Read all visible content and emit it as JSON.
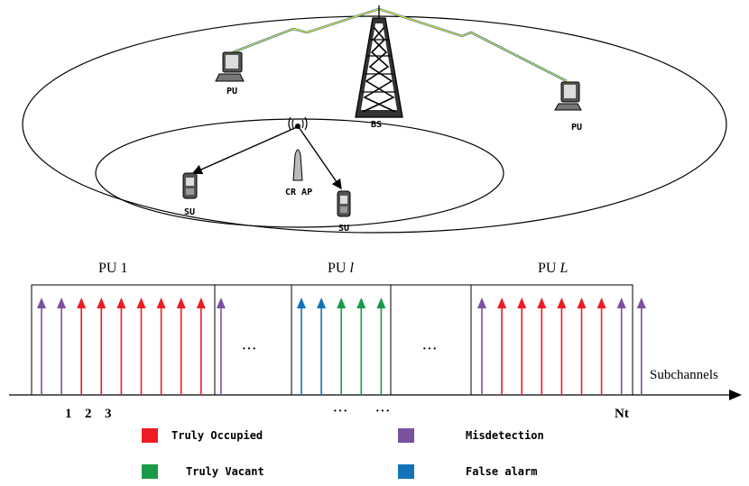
{
  "network": {
    "pu_left": "PU",
    "pu_right": "PU",
    "bs": "BS",
    "cr_ap": "CR AP",
    "su_left": "SU",
    "su_right": "SU"
  },
  "spectrum": {
    "groups": [
      {
        "label": "PU 1",
        "prefix": "PU 1",
        "italic": "",
        "channels": [
          "misdetection",
          "misdetection",
          "occupied",
          "occupied",
          "occupied",
          "occupied",
          "occupied",
          "occupied",
          "occupied",
          "misdetection"
        ]
      },
      {
        "label": "PU l",
        "prefix": "PU ",
        "italic": "l",
        "channels": [
          "false_alarm",
          "false_alarm",
          "vacant",
          "vacant",
          "vacant"
        ]
      },
      {
        "label": "PU L",
        "prefix": "PU ",
        "italic": "L",
        "channels": [
          "misdetection",
          "occupied",
          "occupied",
          "occupied",
          "occupied",
          "occupied",
          "occupied",
          "misdetection",
          "misdetection"
        ]
      }
    ],
    "gap_dots": [
      "···",
      "···"
    ],
    "axis_label": "Subchannels",
    "indices": [
      "1",
      "2",
      "3"
    ],
    "mid_dots": [
      "···",
      "···"
    ],
    "last_index": "Nt"
  },
  "legend": [
    {
      "key": "occupied",
      "label": "Truly Occupied",
      "color": "#ee1c24"
    },
    {
      "key": "misdetection",
      "label": "Misdetection",
      "color": "#7b519d"
    },
    {
      "key": "vacant",
      "label": "Truly Vacant",
      "color": "#1a9a48"
    },
    {
      "key": "false_alarm",
      "label": "False alarm",
      "color": "#1273b9"
    }
  ]
}
